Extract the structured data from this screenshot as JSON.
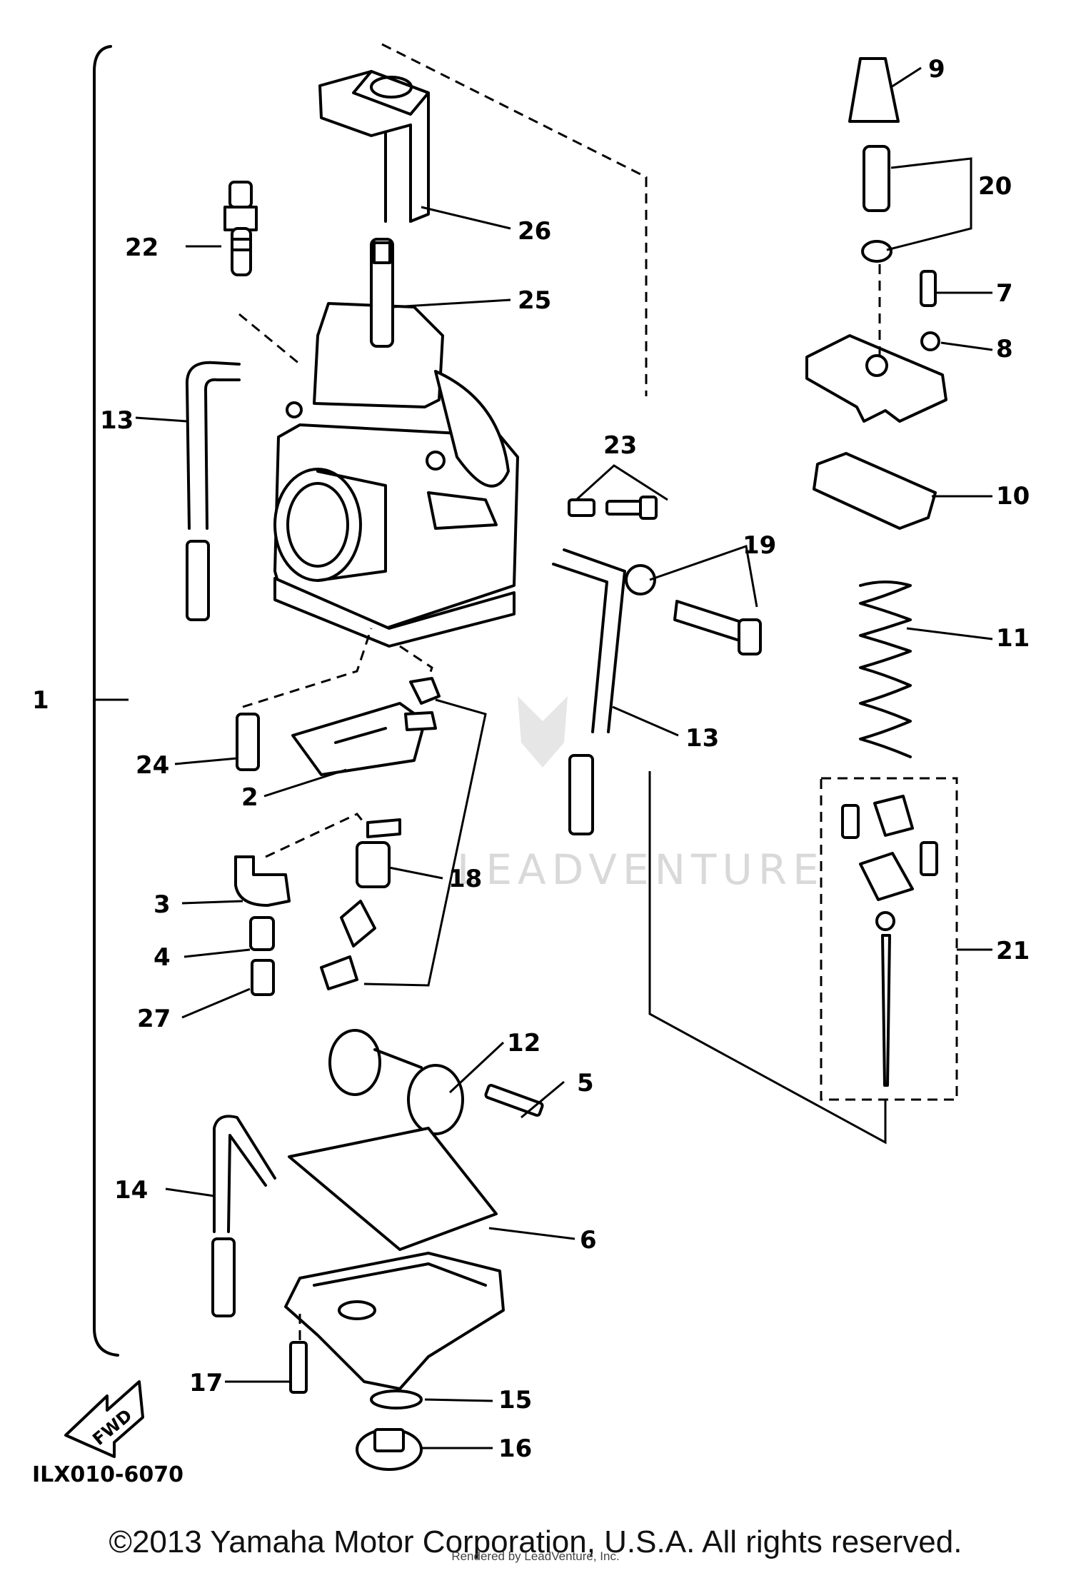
{
  "diagram": {
    "drawing_number": "ILX010-6070",
    "fwd_label": "FWD",
    "watermark_text": "LEADVENTURE",
    "callouts": {
      "p1": "1",
      "p2": "2",
      "p3": "3",
      "p4": "4",
      "p5": "5",
      "p6": "6",
      "p7": "7",
      "p8": "8",
      "p9": "9",
      "p10": "10",
      "p11": "11",
      "p12": "12",
      "p13a": "13",
      "p13b": "13",
      "p14": "14",
      "p15": "15",
      "p16": "16",
      "p17": "17",
      "p18": "18",
      "p19": "19",
      "p20": "20",
      "p21": "21",
      "p22": "22",
      "p23": "23",
      "p24": "24",
      "p25": "25",
      "p26": "26",
      "p27": "27"
    }
  },
  "footer": {
    "copyright": "©2013 Yamaha Motor Corporation, U.S.A. All rights reserved.",
    "render_note": "Rendered by LeadVenture, Inc."
  }
}
